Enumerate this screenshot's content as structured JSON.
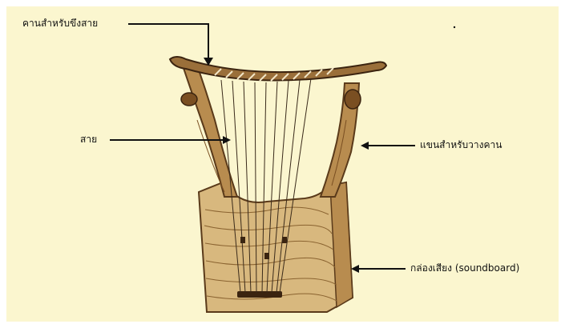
{
  "labels": {
    "crossbar": "คานสำหรับขึงสาย",
    "strings": "สาย",
    "arms": "แขนสำหรับวางคาน",
    "soundbox": "กล่องเสียง (soundboard)"
  },
  "colors": {
    "background": "#fbf6cf",
    "wood_light": "#d8b87e",
    "wood_mid": "#b88c4f",
    "wood_dark": "#5a3a1a",
    "ink": "#111111"
  }
}
